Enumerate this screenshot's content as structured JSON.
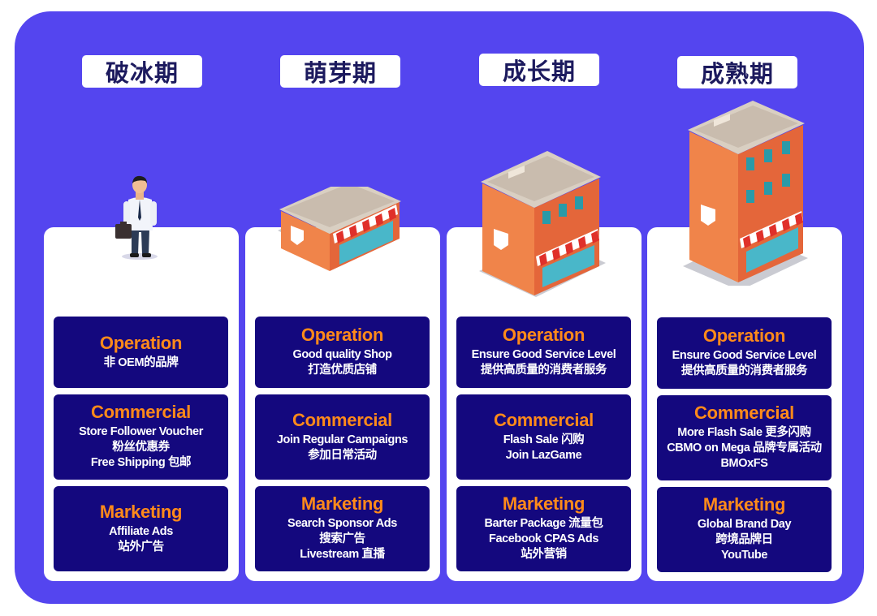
{
  "colors": {
    "panel": "#5445ef",
    "box": "#14087e",
    "box_title": "#ff8a1a",
    "timeline_start": "#ffb000",
    "timeline_mid": "#ff4f7a",
    "timeline_end": "#ff20d8"
  },
  "stages": [
    {
      "label": "破冰期",
      "icon": "businessman-with-briefcase-icon",
      "operation": {
        "title": "Operation",
        "lines": [
          "非 OEM的品牌"
        ]
      },
      "commercial": {
        "title": "Commercial",
        "lines": [
          "Store Follower Voucher",
          "粉丝优惠券",
          "Free Shipping 包邮"
        ]
      },
      "marketing": {
        "title": "Marketing",
        "lines": [
          "Affiliate Ads",
          "站外广告"
        ]
      }
    },
    {
      "label": "萌芽期",
      "icon": "small-shop-icon",
      "operation": {
        "title": "Operation",
        "lines": [
          "Good quality Shop",
          "打造优质店铺"
        ]
      },
      "commercial": {
        "title": "Commercial",
        "lines": [
          "Join Regular Campaigns",
          "参加日常活动"
        ]
      },
      "marketing": {
        "title": "Marketing",
        "lines": [
          "Search Sponsor Ads",
          "搜索广告",
          "Livestream 直播"
        ]
      }
    },
    {
      "label": "成长期",
      "icon": "medium-store-building-icon",
      "operation": {
        "title": "Operation",
        "lines": [
          "Ensure Good Service Level",
          "提供高质量的消费者服务"
        ]
      },
      "commercial": {
        "title": "Commercial",
        "lines": [
          "Flash Sale 闪购",
          "Join LazGame"
        ]
      },
      "marketing": {
        "title": "Marketing",
        "lines": [
          "Barter Package 流量包",
          "Facebook CPAS Ads",
          "站外营销"
        ]
      }
    },
    {
      "label": "成熟期",
      "icon": "tall-store-building-icon",
      "operation": {
        "title": "Operation",
        "lines": [
          "Ensure Good Service Level",
          "提供高质量的消费者服务"
        ]
      },
      "commercial": {
        "title": "Commercial",
        "lines": [
          "More Flash Sale 更多闪购",
          "CBMO on Mega 品牌专属活动",
          "BMOxFS"
        ]
      },
      "marketing": {
        "title": "Marketing",
        "lines": [
          "Global Brand Day",
          "跨境品牌日",
          "YouTube"
        ]
      }
    }
  ]
}
